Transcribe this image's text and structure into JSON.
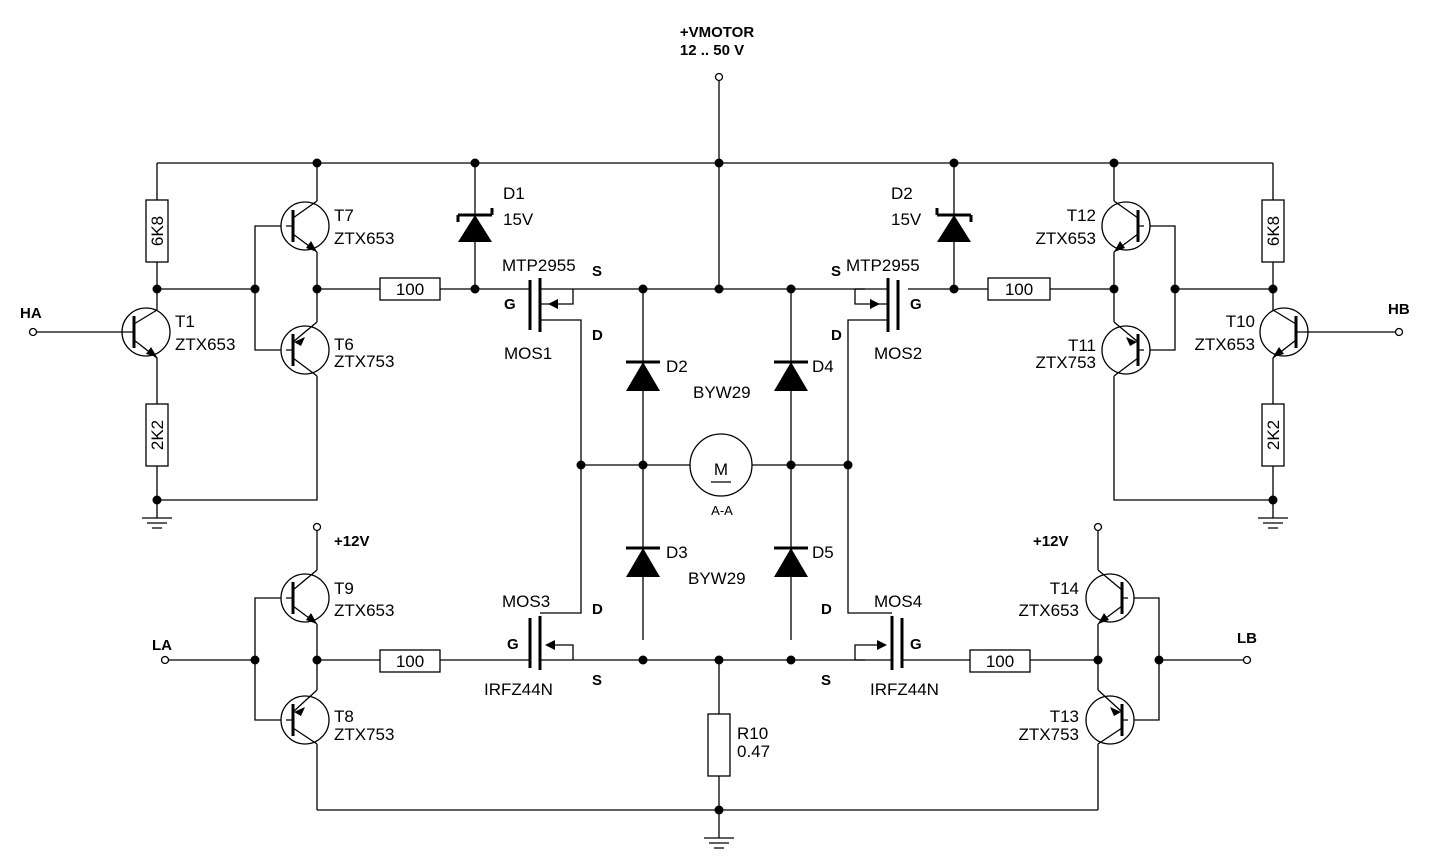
{
  "supply": {
    "name": "+VMOTOR",
    "range": "12 .. 50 V"
  },
  "inputs": {
    "ha": "HA",
    "hb": "HB",
    "la": "LA",
    "lb": "LB"
  },
  "rails": {
    "v12_left": "+12V",
    "v12_right": "+12V"
  },
  "resistors": {
    "r6k8_left": "6K8",
    "r2k2_left": "2K2",
    "r6k8_right": "6K8",
    "r2k2_right": "2K2",
    "r100_hl": "100",
    "r100_hr": "100",
    "r100_ll": "100",
    "r100_lr": "100",
    "r10_name": "R10",
    "r10_value": "0.47"
  },
  "transistors": {
    "t1": {
      "name": "T1",
      "part": "ZTX653"
    },
    "t6": {
      "name": "T6",
      "part": "ZTX753"
    },
    "t7": {
      "name": "T7",
      "part": "ZTX653"
    },
    "t8": {
      "name": "T8",
      "part": "ZTX753"
    },
    "t9": {
      "name": "T9",
      "part": "ZTX653"
    },
    "t10": {
      "name": "T10",
      "part": "ZTX653"
    },
    "t11": {
      "name": "T11",
      "part": "ZTX753"
    },
    "t12": {
      "name": "T12",
      "part": "ZTX653"
    },
    "t13": {
      "name": "T13",
      "part": "ZTX753"
    },
    "t14": {
      "name": "T14",
      "part": "ZTX653"
    }
  },
  "mosfets": {
    "mos1": {
      "name": "MOS1",
      "part": "MTP2955"
    },
    "mos2": {
      "name": "MOS2",
      "part": "MTP2955"
    },
    "mos3": {
      "name": "MOS3",
      "part": "IRFZ44N"
    },
    "mos4": {
      "name": "MOS4",
      "part": "IRFZ44N"
    },
    "pin_g": "G",
    "pin_s": "S",
    "pin_d": "D"
  },
  "diodes": {
    "d1": {
      "name": "D1",
      "value": "15V"
    },
    "d2z": {
      "name": "D2",
      "value": "15V"
    },
    "d2": "D2",
    "d3": "D3",
    "d4": "D4",
    "d5": "D5",
    "byw_top": "BYW29",
    "byw_bot": "BYW29"
  },
  "motor": {
    "symbol": "M",
    "label": "A-A"
  }
}
